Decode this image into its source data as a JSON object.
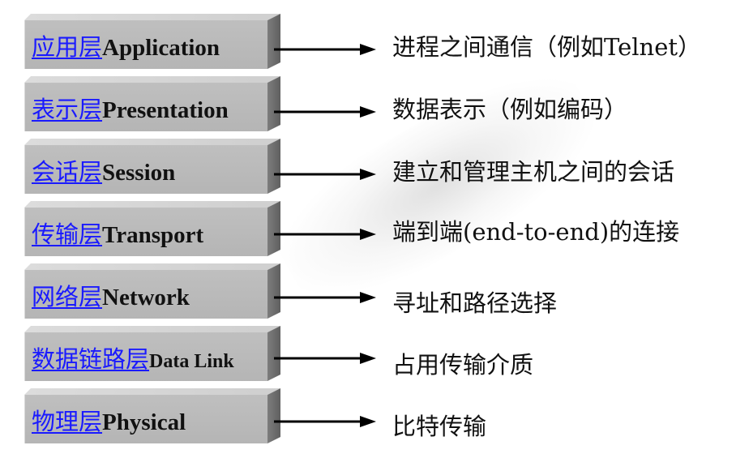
{
  "layers": [
    {
      "cn": "应用层",
      "en": "Application",
      "description": "进程之间通信（例如Telnet）"
    },
    {
      "cn": "表示层",
      "en": "Presentation",
      "description": "数据表示（例如编码）"
    },
    {
      "cn": "会话层",
      "en": "Session",
      "description": "建立和管理主机之间的会话"
    },
    {
      "cn": "传输层",
      "en": "Transport",
      "description": "端到端(end-to-end)的连接"
    },
    {
      "cn": "网络层",
      "en": "Network",
      "description": "寻址和路径选择"
    },
    {
      "cn": "数据链路层",
      "en": "Data Link",
      "description": "占用传输介质"
    },
    {
      "cn": "物理层",
      "en": "Physical",
      "description": "比特传输"
    }
  ],
  "colors": {
    "link": "#1a1aff",
    "text": "#111111",
    "block_face": "#bfbfbf",
    "block_side": "#6e6e6e"
  }
}
